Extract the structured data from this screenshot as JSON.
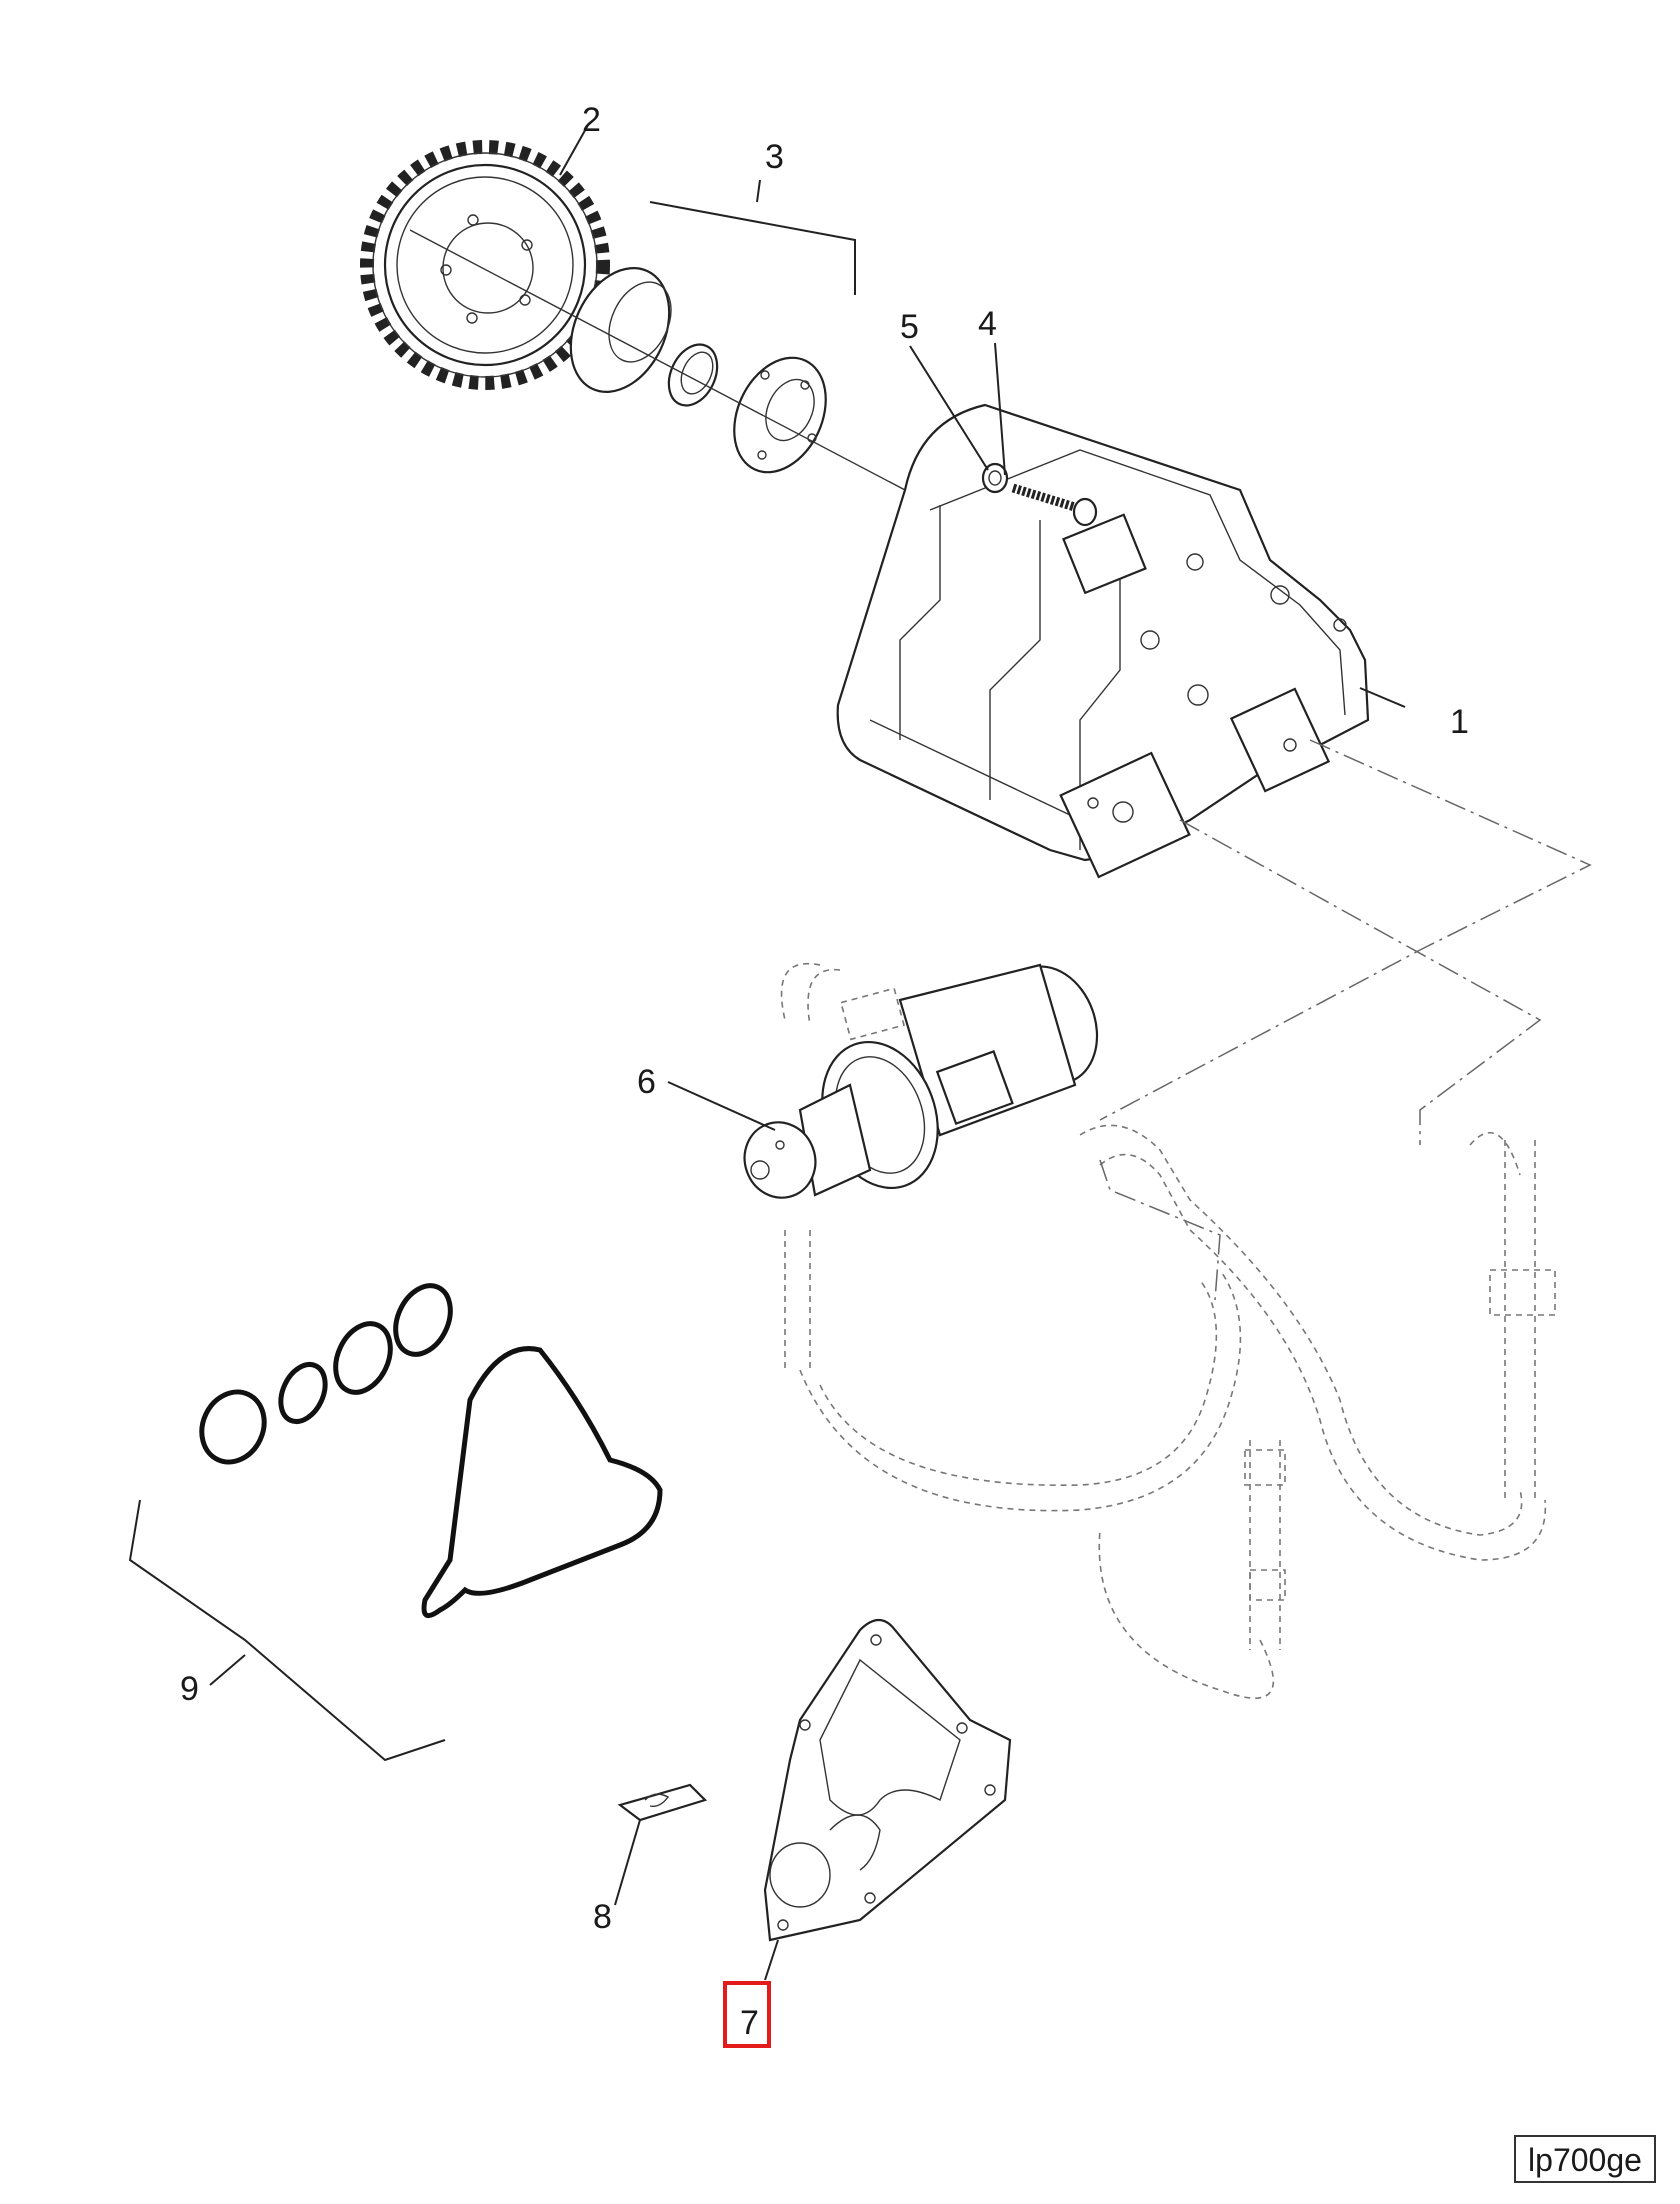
{
  "callouts": {
    "c1": "1",
    "c2": "2",
    "c3": "3",
    "c4": "4",
    "c5": "5",
    "c6": "6",
    "c7": "7",
    "c8": "8",
    "c9": "9"
  },
  "highlighted_callout": "7",
  "highlight_color": "#e31b1b",
  "drawing_id": "lp700ge"
}
